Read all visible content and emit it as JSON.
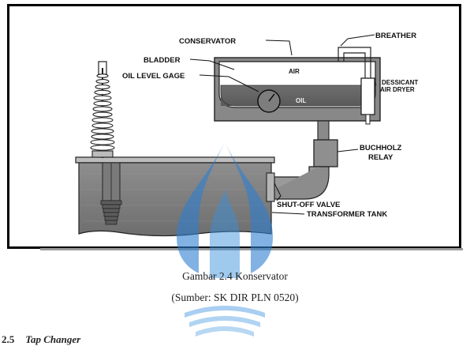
{
  "diagram": {
    "labels": {
      "conservator": "CONSERVATOR",
      "breather": "BREATHER",
      "bladder": "BLADDER",
      "oil_level_gage": "OIL LEVEL GAGE",
      "air": "AIR",
      "oil": "OIL",
      "dessicant_line1": "DESSICANT",
      "dessicant_line2": "AIR DRYER",
      "buchholz_line1": "BUCHHOLZ",
      "buchholz_line2": "RELAY",
      "shutoff_valve": "SHUT-OFF VALVE",
      "transformer_tank": "TRANSFORMER TANK"
    }
  },
  "caption": {
    "title": "Gambar 2.4 Konservator",
    "source": "(Sumber: SK DIR PLN 0520)"
  },
  "section": {
    "number": "2.5",
    "title": "Tap Changer"
  }
}
